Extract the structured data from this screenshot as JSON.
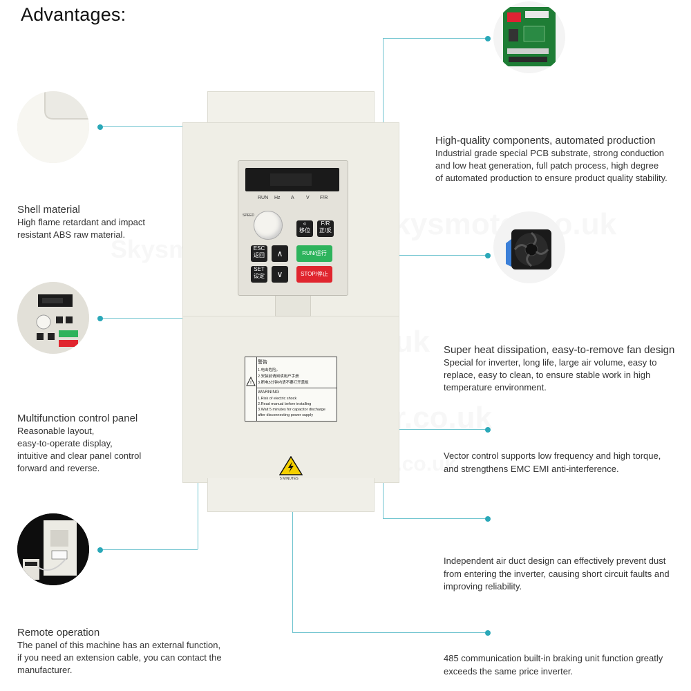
{
  "header": {
    "title": "Advantages:"
  },
  "left_features": [
    {
      "title": "Shell material",
      "desc": [
        "High flame retardant and impact",
        "resistant ABS raw material."
      ]
    },
    {
      "title": "Multifunction control panel",
      "desc": [
        "Reasonable layout,",
        "easy-to-operate display,",
        "intuitive and clear panel control",
        "forward and reverse."
      ]
    },
    {
      "title": "Remote operation",
      "desc": [
        "The panel of this machine has an external function,",
        "if you need an extension cable, you can contact the",
        "manufacturer."
      ]
    }
  ],
  "right_features": [
    {
      "title": "High-quality components, automated production",
      "desc": [
        "Industrial grade special PCB substrate, strong conduction",
        "and low heat generation, full patch process, high degree",
        "of automated production to ensure product quality stability."
      ]
    },
    {
      "title": "Super heat dissipation, easy-to-remove fan design",
      "desc": [
        "Special for inverter, long life, large air volume, easy to",
        "replace, easy to clean, to ensure stable work in high",
        "temperature environment."
      ]
    },
    {
      "title": "",
      "desc": [
        "Vector control supports low frequency and high torque,",
        "and strengthens EMC EMI anti-interference."
      ]
    },
    {
      "title": "",
      "desc": [
        "Independent air duct design can effectively prevent dust",
        "from entering the inverter, causing short circuit faults and",
        "improving reliability."
      ]
    },
    {
      "title": "",
      "desc": [
        "485 communication built-in braking unit function greatly",
        "exceeds the same price inverter."
      ]
    }
  ],
  "device": {
    "indicators": [
      "RUN",
      "Hz",
      "A",
      "V",
      "F/R"
    ],
    "speed_label": "SPEED",
    "keys": {
      "shift": [
        "«",
        "移位"
      ],
      "fr": [
        "F/R",
        "正/反"
      ],
      "esc": [
        "ESC",
        "返回"
      ],
      "set": [
        "SET",
        "设定"
      ],
      "up": "∧",
      "down": "∨",
      "run": "RUN/运行",
      "stop": "STOP/停止"
    },
    "warning_label": {
      "cn_title": "警告",
      "cn_lines": [
        "1.电击危险。",
        "2.安装前请阅读用户手册",
        "3.断电5分钟内请不要打开盖板"
      ],
      "en_title": "WARNING",
      "en_lines": [
        "1.Risk of electric shock",
        "2.Read manual before installing",
        "3.Wait 5 minutes for capacitor discharge",
        "after disconnecting power supply"
      ]
    },
    "hazard_text": "5 MINUTES"
  },
  "watermark": "Skysmotor.co.uk",
  "colors": {
    "accent": "#2aa8b8",
    "line": "#6fc4cf",
    "run_button": "#2db35c",
    "stop_button": "#e0252e"
  },
  "icons": [
    "pcb-photo-icon",
    "fan-photo-icon",
    "shell-corner-photo-icon",
    "control-panel-photo-icon",
    "remote-operation-photo-icon",
    "high-voltage-hazard-icon"
  ]
}
